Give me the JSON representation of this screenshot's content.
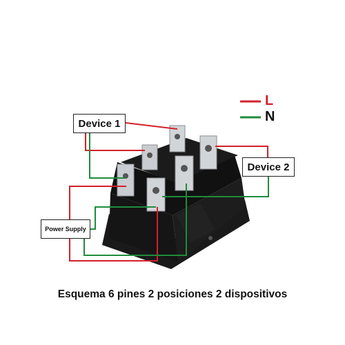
{
  "legend": {
    "live_label": "L",
    "neutral_label": "N",
    "live_color": "#d4202a",
    "neutral_color": "#1e8c3c"
  },
  "labels": {
    "device1": "Device 1",
    "device2": "Device 2",
    "power_supply": "Power Supply"
  },
  "caption": "Esquema 6 pines 2 posiciones 2 dispositivos",
  "switch": {
    "body_color": "#141414",
    "pin_color": "#c9ccd0"
  }
}
